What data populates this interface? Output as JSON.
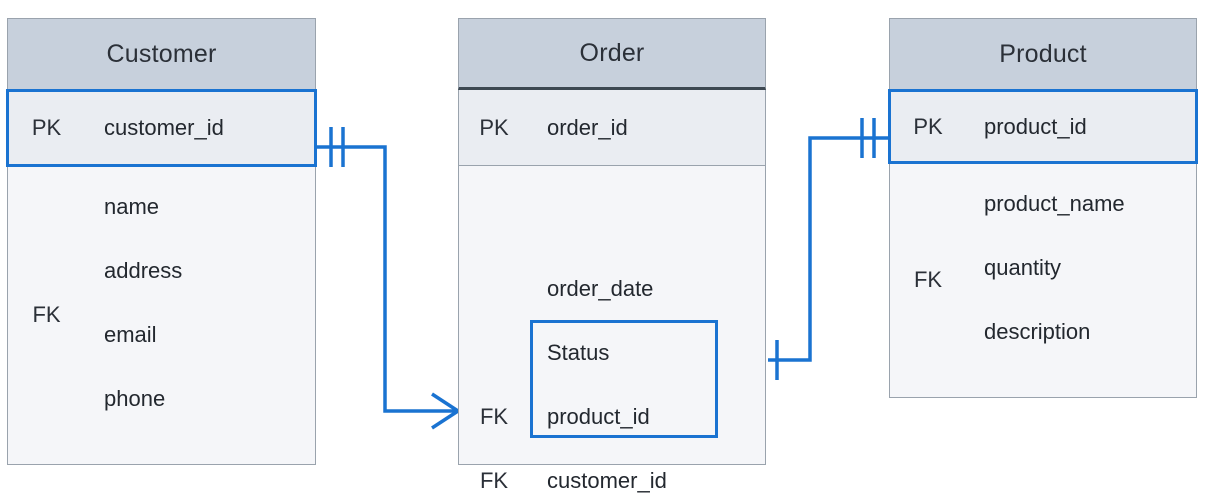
{
  "diagram": {
    "type": "er-diagram",
    "notation": "crows-foot",
    "accent_color": "#1a73d1",
    "header_color": "#c7d0dc",
    "pk_row_color": "#eaedf2",
    "body_color": "#f5f6f9",
    "border_color": "#9aa3ad",
    "text_color": "#23282f"
  },
  "entities": [
    {
      "id": "customer",
      "title": "Customer",
      "pk_label": "PK",
      "fk_label": "FK",
      "pk_attribute": "customer_id",
      "attributes": [
        "name",
        "address",
        "email",
        "phone"
      ],
      "pk_highlighted": true
    },
    {
      "id": "order",
      "title": "Order",
      "pk_label": "PK",
      "fk_label_1": "FK",
      "fk_label_2": "FK",
      "pk_attribute": "order_id",
      "attributes": [
        "order_date",
        "Status",
        "product_id",
        "customer_id"
      ],
      "highlighted_attributes": [
        "product_id",
        "customer_id"
      ]
    },
    {
      "id": "product",
      "title": "Product",
      "pk_label": "PK",
      "fk_label": "FK",
      "pk_attribute": "product_id",
      "attributes": [
        "product_name",
        "quantity",
        "description"
      ],
      "pk_highlighted": true
    }
  ],
  "relationships": [
    {
      "id": "customer-order",
      "from": "customer.customer_id",
      "to": "order.customer_id",
      "from_cardinality": "one-and-only-one",
      "to_cardinality": "many"
    },
    {
      "id": "product-order",
      "from": "product.product_id",
      "to": "order.product_id",
      "from_cardinality": "one-and-only-one",
      "to_cardinality": "one"
    }
  ]
}
